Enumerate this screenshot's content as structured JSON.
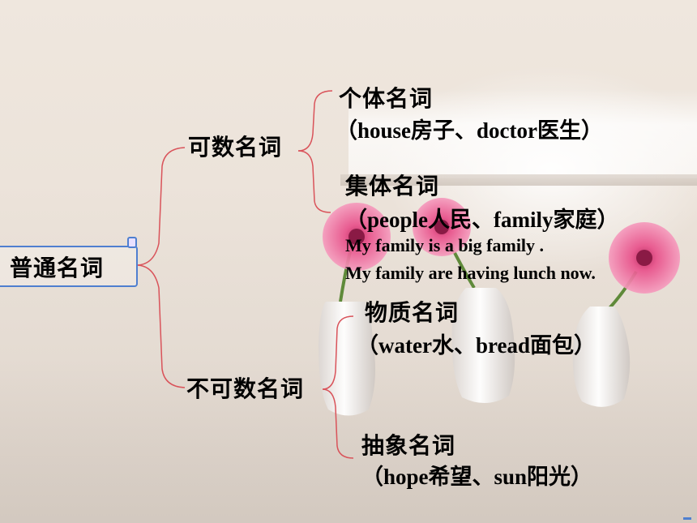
{
  "diagram": {
    "root": "普通名词",
    "countable": {
      "label": "可数名词",
      "individual": {
        "label": "个体名词",
        "example": "（house房子、doctor医生）"
      },
      "collective": {
        "label": "集体名词",
        "example": "（people人民、family家庭）",
        "sentence_1": "My family is a big family .",
        "sentence_2": "My family are having lunch now."
      }
    },
    "uncountable": {
      "label": "不可数名词",
      "material": {
        "label": "物质名词",
        "example": "（water水、bread面包）"
      },
      "abstract": {
        "label": "抽象名词",
        "example": "（hope希望、sun阳光）"
      }
    }
  },
  "colors": {
    "bracket_line": "#d9535a",
    "root_border": "#4f7fd0",
    "text": "#000000",
    "flower": "#e8508a"
  }
}
